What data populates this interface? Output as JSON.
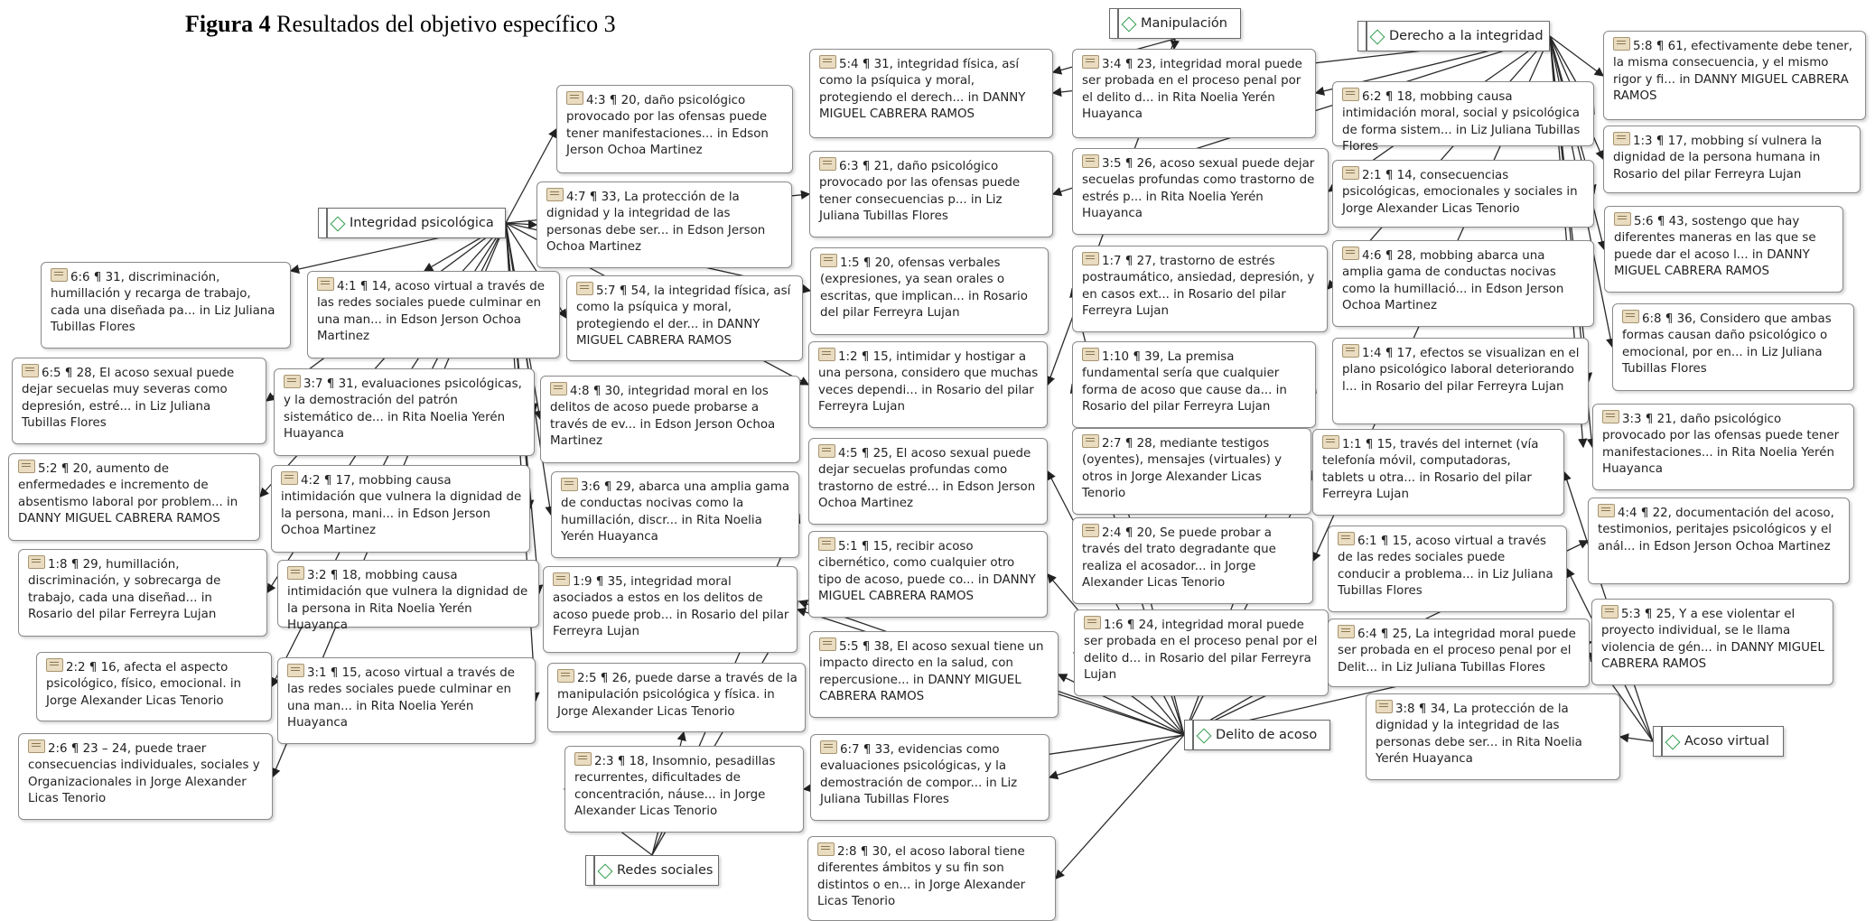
{
  "caption": {
    "label": "Figura 4",
    "text": "Resultados del objetivo específico 3"
  },
  "codes": [
    {
      "id": "manip",
      "label": "Manipulación"
    },
    {
      "id": "derecho",
      "label": "Derecho a la integridad"
    },
    {
      "id": "integridad",
      "label": "Integridad psicológica"
    },
    {
      "id": "delito",
      "label": "Delito de acoso"
    },
    {
      "id": "acoso",
      "label": "Acoso virtual"
    },
    {
      "id": "redes",
      "label": "Redes sociales"
    }
  ],
  "quotes": [
    {
      "id": "q1",
      "text": "4:3 ¶ 20, daño psicológico provocado por las ofensas puede tener manifestaciones... in Edson Jerson Ochoa Martinez"
    },
    {
      "id": "q2",
      "text": "5:4 ¶ 31, integridad física, así como la psíquica y moral, protegiendo el derech... in DANNY MIGUEL CABRERA RAMOS"
    },
    {
      "id": "q3",
      "text": "3:4 ¶ 23, integridad moral puede ser probada en el proceso penal por el delito d... in Rita Noelia Yerén Huayanca"
    },
    {
      "id": "q4",
      "text": "5:8 ¶ 61, efectivamente debe tener, la misma consecuencia, y el mismo rigor y fi... in DANNY MIGUEL CABRERA RAMOS"
    },
    {
      "id": "q5",
      "text": "6:2 ¶ 18, mobbing causa intimidación moral, social y psicológica de forma sistem... in Liz Juliana Tubillas Flores"
    },
    {
      "id": "q6",
      "text": "1:3 ¶ 17, mobbing sí vulnera la dignidad de la persona humana in Rosario del pilar Ferreyra Lujan"
    },
    {
      "id": "q7",
      "text": "6:3 ¶ 21, daño psicológico provocado por las ofensas puede tener consecuencias p... in Liz Juliana Tubillas Flores"
    },
    {
      "id": "q8",
      "text": "3:5 ¶ 26, acoso sexual puede dejar secuelas profundas como trastorno de estrés p... in Rita Noelia Yerén Huayanca"
    },
    {
      "id": "q9",
      "text": "2:1 ¶ 14, consecuencias psicológicas, emocionales y sociales in Jorge Alexander Licas Tenorio"
    },
    {
      "id": "q10",
      "text": "4:7 ¶ 33, La protección de la dignidad y la integridad de las personas debe ser... in Edson Jerson Ochoa Martinez"
    },
    {
      "id": "q11",
      "text": "5:6 ¶ 43, sostengo que hay diferentes maneras en las que se puede dar el acoso l... in DANNY MIGUEL CABRERA RAMOS"
    },
    {
      "id": "q12",
      "text": "6:6 ¶ 31, discriminación, humillación y recarga de trabajo, cada una diseñada pa... in Liz Juliana Tubillas Flores"
    },
    {
      "id": "q13",
      "text": "1:5 ¶ 20, ofensas verbales (expresiones, ya sean orales o escritas, que implican... in Rosario del pilar Ferreyra Lujan"
    },
    {
      "id": "q14",
      "text": "1:7 ¶ 27, trastorno de estrés postraumático, ansiedad, depresión, y en casos ext... in Rosario del pilar Ferreyra Lujan"
    },
    {
      "id": "q15",
      "text": "4:6 ¶ 28, mobbing abarca una amplia gama de conductas nocivas como la humillació... in Edson Jerson Ochoa Martinez"
    },
    {
      "id": "q16",
      "text": "4:1 ¶ 14, acoso virtual a través de las redes sociales puede culminar en una man... in Edson Jerson Ochoa Martinez"
    },
    {
      "id": "q17",
      "text": "5:7 ¶ 54, la integridad física, así como la psíquica y moral, protegiendo el der... in DANNY MIGUEL CABRERA RAMOS"
    },
    {
      "id": "q18",
      "text": "6:8 ¶ 36, Considero que ambas formas causan daño psicológico o emocional, por en... in Liz Juliana Tubillas Flores"
    },
    {
      "id": "q19",
      "text": "6:5 ¶ 28, El acoso sexual puede dejar secuelas muy severas como depresión, estré... in Liz Juliana Tubillas Flores"
    },
    {
      "id": "q20",
      "text": "3:7 ¶ 31, evaluaciones psicológicas, y la demostración del patrón sistemático de... in Rita Noelia Yerén Huayanca"
    },
    {
      "id": "q21",
      "text": "1:2 ¶ 15, intimidar y hostigar a una persona, considero que muchas veces dependi... in Rosario del pilar Ferreyra Lujan"
    },
    {
      "id": "q22",
      "text": "1:10 ¶ 39, La premisa fundamental sería que cualquier forma de acoso que cause da... in Rosario del pilar Ferreyra Lujan"
    },
    {
      "id": "q23",
      "text": "1:4 ¶ 17, efectos se visualizan en el plano psicológico laboral deteriorando l... in Rosario del pilar Ferreyra Lujan"
    },
    {
      "id": "q24",
      "text": "4:8 ¶ 30, integridad moral en los delitos de acoso puede probarse a través de ev... in Edson Jerson Ochoa Martinez"
    },
    {
      "id": "q25",
      "text": "3:3 ¶ 21, daño psicológico provocado por las ofensas puede tener manifestaciones... in Rita Noelia Yerén Huayanca"
    },
    {
      "id": "q26",
      "text": "5:2 ¶ 20, aumento de enfermedades e incremento de absentismo laboral por problem... in DANNY MIGUEL CABRERA RAMOS"
    },
    {
      "id": "q27",
      "text": "4:2 ¶ 17, mobbing causa intimidación que vulnera la dignidad de la persona, mani... in Edson Jerson Ochoa Martinez"
    },
    {
      "id": "q28",
      "text": "4:5 ¶ 25, El acoso sexual puede dejar secuelas profundas como trastorno de estré... in Edson Jerson Ochoa Martinez"
    },
    {
      "id": "q29",
      "text": "2:7 ¶ 28, mediante testigos (oyentes), mensajes (virtuales) y otros in Jorge Alexander Licas Tenorio"
    },
    {
      "id": "q30",
      "text": "1:1 ¶ 15, través del internet (vía telefonía móvil, computadoras, tablets u otra... in Rosario del pilar Ferreyra Lujan"
    },
    {
      "id": "q31",
      "text": "3:6 ¶ 29, abarca una amplia gama de conductas nocivas como la humillación, discr... in Rita Noelia Yerén Huayanca"
    },
    {
      "id": "q32",
      "text": "4:4 ¶ 22, documentación del acoso, testimonios, peritajes psicológicos y el anál... in Edson Jerson Ochoa Martinez"
    },
    {
      "id": "q33",
      "text": "1:8 ¶ 29, humillación, discriminación, y sobrecarga de trabajo, cada una diseñad... in Rosario del pilar Ferreyra Lujan"
    },
    {
      "id": "q34",
      "text": "5:1 ¶ 15, recibir acoso cibernético, como cualquier otro tipo de acoso, puede co... in DANNY MIGUEL CABRERA RAMOS"
    },
    {
      "id": "q35",
      "text": "2:4 ¶ 20, Se puede probar a través del trato degradante que realiza el acosador... in Jorge Alexander Licas Tenorio"
    },
    {
      "id": "q36",
      "text": "6:1 ¶ 15, acoso virtual a través de las redes sociales puede conducir a problema... in Liz Juliana Tubillas Flores"
    },
    {
      "id": "q37",
      "text": "3:2 ¶ 18, mobbing causa intimidación que vulnera la dignidad de la persona in Rita Noelia Yerén Huayanca"
    },
    {
      "id": "q38",
      "text": "1:9 ¶ 35, integridad moral asociados a estos en los delitos de acoso puede prob... in Rosario del pilar Ferreyra Lujan"
    },
    {
      "id": "q39",
      "text": "1:6 ¶ 24, integridad moral puede ser probada en el proceso penal por el delito d... in Rosario del pilar Ferreyra Lujan"
    },
    {
      "id": "q40",
      "text": "5:3 ¶ 25, Y a ese violentar el proyecto individual, se le llama violencia de gén... in DANNY MIGUEL CABRERA RAMOS"
    },
    {
      "id": "q41",
      "text": "2:2 ¶ 16, afecta el aspecto psicológico, físico, emocional. in Jorge Alexander Licas Tenorio"
    },
    {
      "id": "q42",
      "text": "5:5 ¶ 38, El acoso sexual tiene un impacto directo en la salud, con repercusione... in DANNY MIGUEL CABRERA RAMOS"
    },
    {
      "id": "q43",
      "text": "6:4 ¶ 25, La integridad moral puede ser probada en el proceso penal por el Delit... in Liz Juliana Tubillas Flores"
    },
    {
      "id": "q44",
      "text": "3:1 ¶ 15, acoso virtual a través de las redes sociales puede culminar en una man... in Rita Noelia Yerén Huayanca"
    },
    {
      "id": "q45",
      "text": "2:5 ¶ 26, puede darse a través de la manipulación psicológica y física. in Jorge Alexander Licas Tenorio"
    },
    {
      "id": "q46",
      "text": "3:8 ¶ 34, La protección de la dignidad y la integridad de las personas debe ser... in Rita Noelia Yerén Huayanca"
    },
    {
      "id": "q47",
      "text": "2:6 ¶ 23 – 24, puede traer consecuencias individuales, sociales y Organizacionales in Jorge Alexander Licas Tenorio"
    },
    {
      "id": "q48",
      "text": "2:3 ¶ 18, Insomnio, pesadillas recurrentes, dificultades de concentración, náuse... in Jorge Alexander Licas Tenorio"
    },
    {
      "id": "q49",
      "text": "6:7 ¶ 33, evidencias como evaluaciones psicológicas, y la demostración de compor... in Liz Juliana Tubillas Flores"
    },
    {
      "id": "q50",
      "text": "2:8 ¶ 30, el acoso laboral tiene diferentes ámbitos y su fin son distintos o en... in Jorge Alexander Licas Tenorio"
    }
  ]
}
